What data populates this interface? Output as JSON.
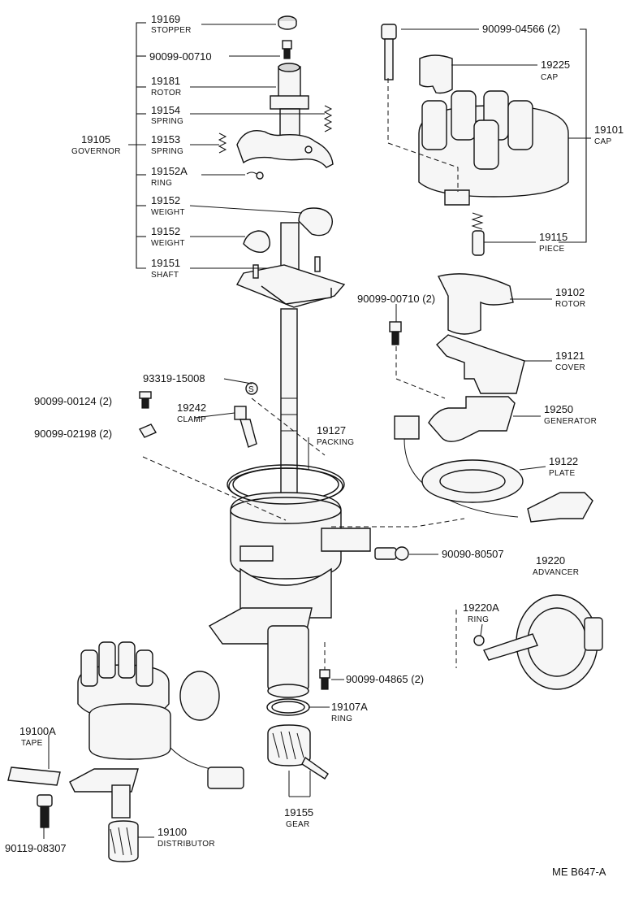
{
  "drawing_ref": "ME B647-A",
  "callouts": {
    "c19169": {
      "part": "19169",
      "name": "STOPPER"
    },
    "c0071a": {
      "part": "90099-00710",
      "name": ""
    },
    "c19181": {
      "part": "19181",
      "name": "ROTOR"
    },
    "c19154": {
      "part": "19154",
      "name": "SPRING"
    },
    "c19105": {
      "part": "19105",
      "name": "GOVERNOR"
    },
    "c19153": {
      "part": "19153",
      "name": "SPRING"
    },
    "c19152a": {
      "part": "19152A",
      "name": "RING"
    },
    "c19152w1": {
      "part": "19152",
      "name": "WEIGHT"
    },
    "c19152w2": {
      "part": "19152",
      "name": "WEIGHT"
    },
    "c19151": {
      "part": "19151",
      "name": "SHAFT"
    },
    "c04566": {
      "part": "90099-04566 (2)",
      "name": ""
    },
    "c19225": {
      "part": "19225",
      "name": "CAP"
    },
    "c19101": {
      "part": "19101",
      "name": "CAP"
    },
    "c19115": {
      "part": "19115",
      "name": "PIECE"
    },
    "c0071b": {
      "part": "90099-00710 (2)",
      "name": ""
    },
    "c19102": {
      "part": "19102",
      "name": "ROTOR"
    },
    "c19121": {
      "part": "19121",
      "name": "COVER"
    },
    "c15008": {
      "part": "93319-15008",
      "name": ""
    },
    "c00124": {
      "part": "90099-00124 (2)",
      "name": ""
    },
    "c19242": {
      "part": "19242",
      "name": "CLAMP"
    },
    "c02198": {
      "part": "90099-02198 (2)",
      "name": ""
    },
    "c19127": {
      "part": "19127",
      "name": "PACKING"
    },
    "c19250": {
      "part": "19250",
      "name": "GENERATOR"
    },
    "c19122": {
      "part": "19122",
      "name": "PLATE"
    },
    "c80507": {
      "part": "90090-80507",
      "name": ""
    },
    "c19220": {
      "part": "19220",
      "name": "ADVANCER"
    },
    "c19220a": {
      "part": "19220A",
      "name": "RING"
    },
    "c04865": {
      "part": "90099-04865 (2)",
      "name": ""
    },
    "c19107a": {
      "part": "19107A",
      "name": "RING"
    },
    "c19100a": {
      "part": "19100A",
      "name": "TAPE"
    },
    "c19155": {
      "part": "19155",
      "name": "GEAR"
    },
    "c19100": {
      "part": "19100",
      "name": "DISTRIBUTOR"
    },
    "c08307": {
      "part": "90119-08307",
      "name": ""
    }
  }
}
